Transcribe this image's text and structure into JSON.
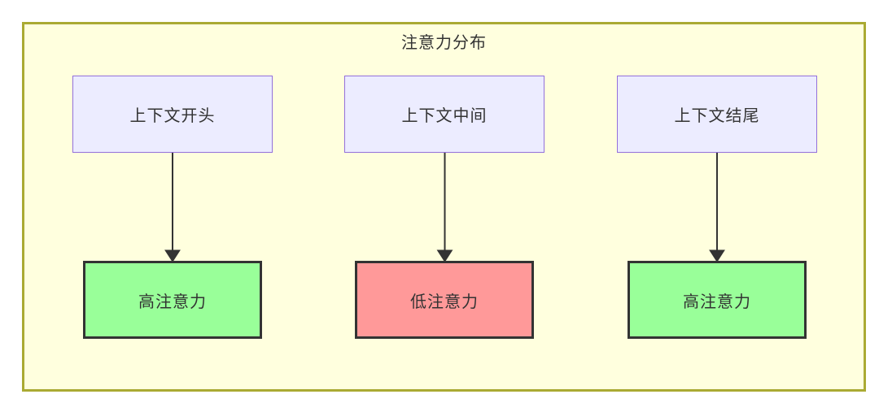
{
  "diagram": {
    "title": "注意力分布",
    "type": "flowchart",
    "colors": {
      "container_bg": "#ffffde",
      "container_border": "#aaaa33",
      "source_fill": "#ECECFF",
      "source_border": "#9370DB",
      "high_fill": "#99ff99",
      "low_fill": "#ff9999",
      "result_border": "#333333",
      "arrow": "#333333",
      "text": "#333333"
    },
    "columns": [
      {
        "source": "上下文开头",
        "result": "高注意力",
        "level": "high"
      },
      {
        "source": "上下文中间",
        "result": "低注意力",
        "level": "low"
      },
      {
        "source": "上下文结尾",
        "result": "高注意力",
        "level": "high"
      }
    ]
  }
}
